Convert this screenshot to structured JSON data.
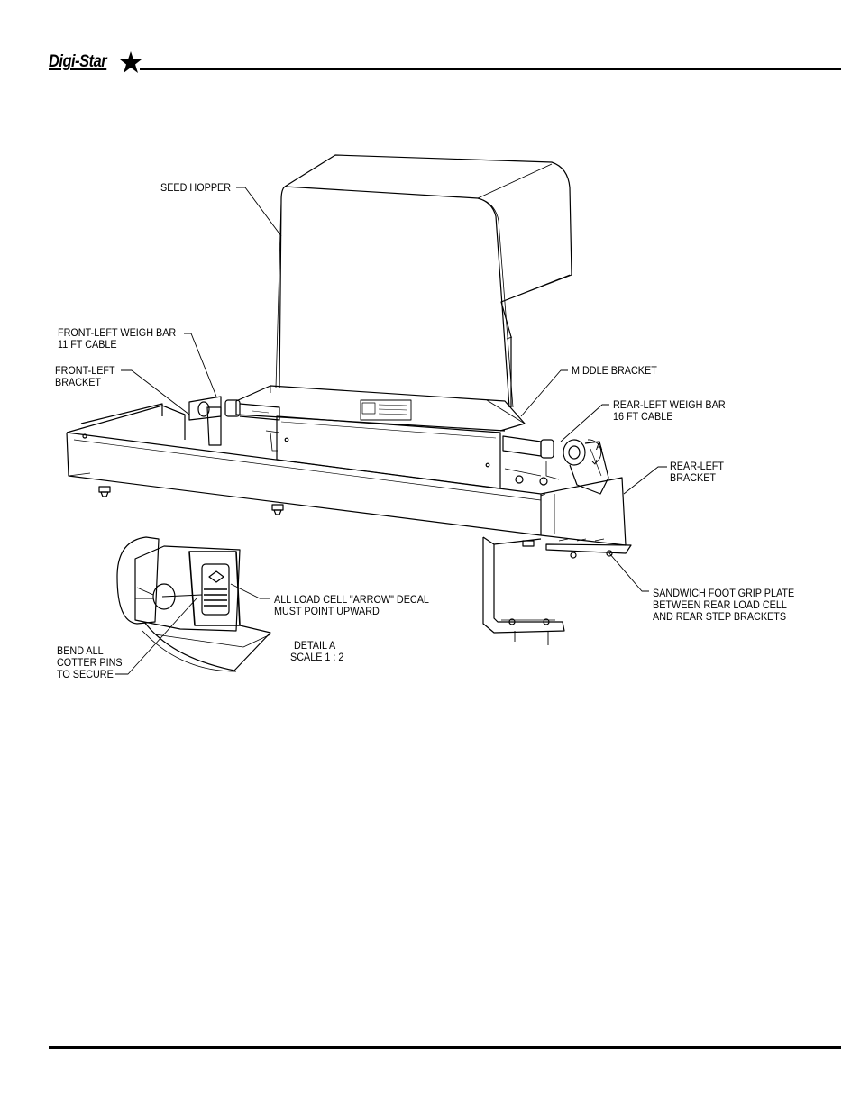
{
  "header": {
    "brand": "Digi-Star"
  },
  "labels": {
    "seed_hopper": "SEED HOPPER",
    "front_left_weigh_bar": "FRONT-LEFT WEIGH BAR",
    "front_left_weigh_bar_cable": "11 FT CABLE",
    "front_left_bracket_1": "FRONT-LEFT",
    "front_left_bracket_2": "BRACKET",
    "middle_bracket": "MIDDLE BRACKET",
    "rear_left_weigh_bar": "REAR-LEFT WEIGH BAR",
    "rear_left_weigh_bar_cable": "16 FT CABLE",
    "detail_marker": "A",
    "rear_left_bracket_1": "REAR-LEFT",
    "rear_left_bracket_2": "BRACKET",
    "sandwich_1": "SANDWICH FOOT GRIP PLATE",
    "sandwich_2": "BETWEEN REAR LOAD CELL",
    "sandwich_3": "AND REAR STEP BRACKETS",
    "arrow_decal_1": "ALL LOAD CELL \"ARROW\" DECAL",
    "arrow_decal_2": "MUST POINT UPWARD",
    "detail_title": "DETAIL A",
    "detail_scale": "SCALE 1 : 2",
    "cotter_1": "BEND ALL",
    "cotter_2": "COTTER PINS",
    "cotter_3": "TO SECURE"
  }
}
